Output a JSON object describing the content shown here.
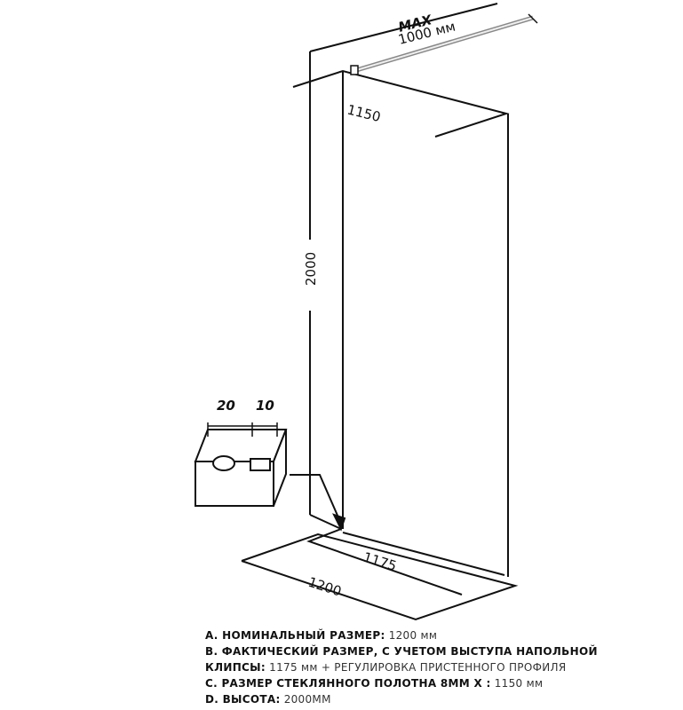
{
  "dimensions": {
    "max_label": "MAX",
    "max_sub": "1000 мм",
    "glass_width": "1150",
    "height": "2000",
    "actual_width": "1175",
    "nominal_width": "1200",
    "clip_a": "20",
    "clip_b": "10"
  },
  "specs": {
    "a_label": "A. НОМИНАЛЬНЫЙ РАЗМЕР:",
    "a_value": "1200 мм",
    "b_label_1": "B. ФАКТИЧЕСКИЙ РАЗМЕР, С УЧЕТОМ ВЫСТУПА НАПОЛЬНОЙ",
    "b_label_2": "КЛИПСЫ:",
    "b_value": "1175 мм + РЕГУЛИРОВКА ПРИСТЕННОГО ПРОФИЛЯ",
    "c_label": "C. РАЗМЕР СТЕКЛЯННОГО ПОЛОТНА 8ММ X :",
    "c_value": "1150 мм",
    "d_label": "D. ВЫСОТА:",
    "d_value": "2000ММ"
  }
}
